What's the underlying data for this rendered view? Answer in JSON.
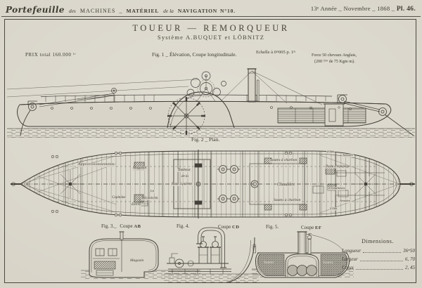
{
  "colors": {
    "paper": "#d8d4c8",
    "ink": "#3e3b32",
    "light_ink": "#6b675c"
  },
  "header": {
    "journal_script": "Portefeuille",
    "journal_des": "des",
    "journal_machines": "MACHINES",
    "separator": "_",
    "journal_materiel": "MATÉRIEL",
    "journal_dela": "de la",
    "journal_navigation": "NAVIGATION",
    "journal_number": "N°10.",
    "issue": "13ᵉ Année _ Novembre _ 1868 _",
    "plate_number": "Pl. 46."
  },
  "title_block": {
    "title": "TOUEUR — REMORQUEUR",
    "subtitle": "Système A.BUQUET et LÖBNITZ"
  },
  "annotations": {
    "price": "PRIX total 160.000 ᶠʳ",
    "fig1_caption": "Fig. 1 _ Élévation, Coupe longitudinale.",
    "scale": "Echelle à 0ᵐ005 p. 1ᵐ",
    "power_line1": "Force 50 chevaux Anglais,",
    "power_line2": "(200 ᶜʰᵉᵛ de 75 Kgm·m)."
  },
  "plan": {
    "caption": "Fig. 2 _ Plan.",
    "labels": [
      "Approvisionnements",
      "Magasin",
      "Capitaine",
      "Entrée",
      "Mécanicien",
      "Lit",
      "Tambour",
      "de la",
      "Roue à palette",
      "Soutes à charbon",
      "Chaudière",
      "Soutes à charbon",
      "2 Lits",
      "Armoire",
      "Poste d'équipage",
      "2 Couchettes",
      "Armoire",
      "2 Lits"
    ]
  },
  "sections": {
    "fig3": {
      "fig": "Fig. 3._",
      "coupe": "Coupe",
      "letters": "AB",
      "label": "Magasin"
    },
    "fig4": {
      "fig": "Fig. 4.",
      "coupe": "Coupe",
      "letters": "CD"
    },
    "fig5": {
      "fig": "Fig. 5.",
      "coupe": "Coupe",
      "letters": "EF",
      "label_left": "Soutes",
      "label_right": "Soutes"
    }
  },
  "dimensions": {
    "title": "Dimensions.",
    "rows": [
      {
        "label": "Longueur",
        "value": "36ᵐ50"
      },
      {
        "label": "Largeur",
        "value": "6, 70"
      },
      {
        "label": "Creux",
        "value": "2, 45"
      }
    ]
  }
}
